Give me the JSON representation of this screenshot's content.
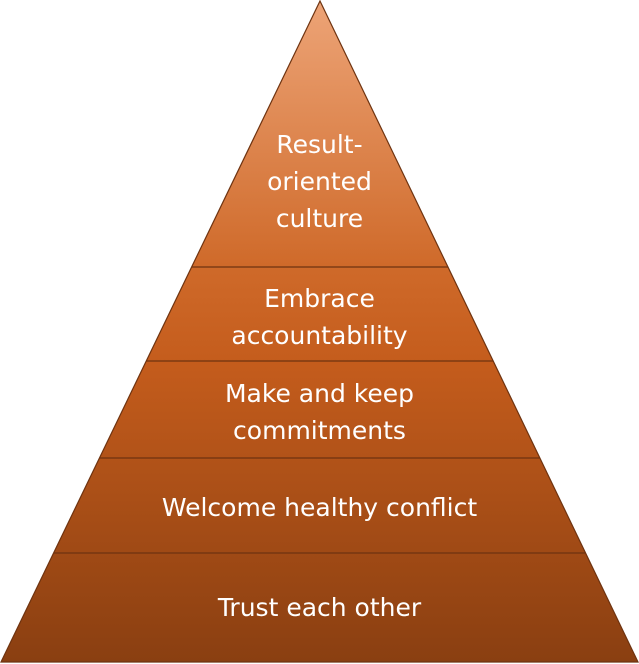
{
  "diagram": {
    "colors": {
      "top": "#eda477",
      "bottom": "#8a3f11",
      "edge": "#6e3310",
      "text": "#ffffff"
    },
    "tiers": [
      {
        "lines": [
          "Result-",
          "oriented",
          "culture"
        ]
      },
      {
        "lines": [
          "Embrace",
          "accountability"
        ]
      },
      {
        "lines": [
          "Make and keep",
          "commitments"
        ]
      },
      {
        "lines": [
          "Welcome healthy conflict"
        ]
      },
      {
        "lines": [
          "Trust each other"
        ]
      }
    ]
  }
}
